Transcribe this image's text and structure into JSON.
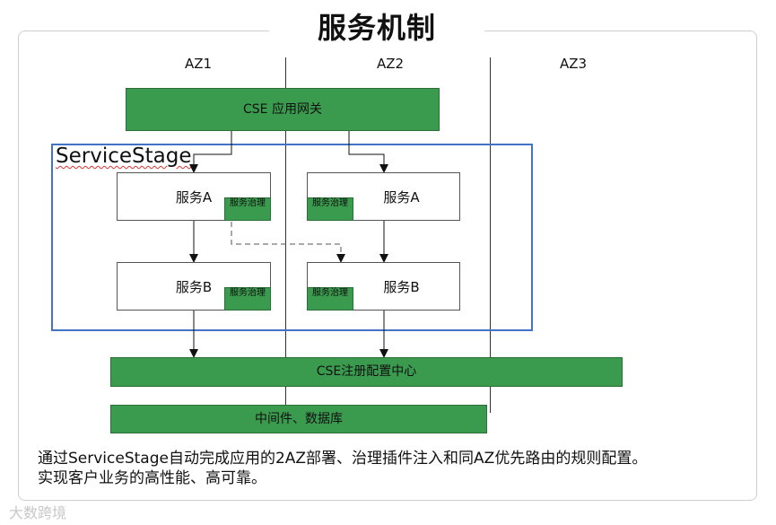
{
  "title": "服务机制",
  "zones": [
    "AZ1",
    "AZ2",
    "AZ3"
  ],
  "gateway": "CSE 应用网关",
  "service_stage": "ServiceStage",
  "services": {
    "az1_a": "服务A",
    "az2_a": "服务A",
    "az1_b": "服务B",
    "az2_b": "服务B"
  },
  "governance": "服务治理",
  "registry": "CSE注册配置中心",
  "middleware": "中间件、数据库",
  "description": {
    "line1": "通过ServiceStage自动完成应用的2AZ部署、治理插件注入和同AZ优先路由的规则配置。",
    "line2": "实现客户业务的高性能、高可靠。"
  },
  "watermark": "大数跨境",
  "colors": {
    "green": "#3a9a4e",
    "stage_border": "#4472c4"
  }
}
